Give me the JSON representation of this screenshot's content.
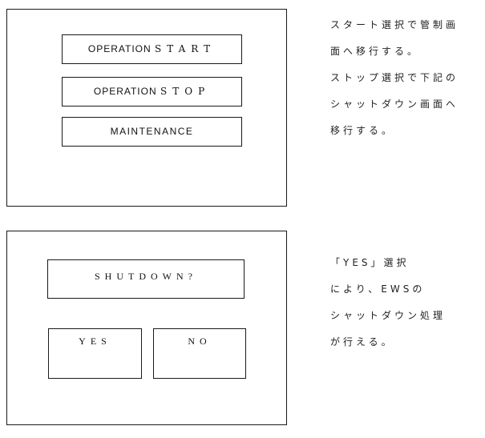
{
  "operation_panel": {
    "start_button_prefix": "OPERATION",
    "start_button_suffix": "START",
    "stop_button_prefix": "OPERATION",
    "stop_button_suffix": "STOP",
    "maintenance_button": "MAINTENANCE"
  },
  "operation_note": {
    "lines": [
      "スタート選択で管制画",
      "面へ移行する。",
      "ストップ選択で下記の",
      "シャットダウン画面へ",
      "移行する。"
    ]
  },
  "shutdown_panel": {
    "prompt": "SHUTDOWN?",
    "yes_button": "YES",
    "no_button": "NO"
  },
  "shutdown_note": {
    "lines": [
      "「YES」選択",
      "により、EWSの",
      "シャットダウン処理",
      "が行える。"
    ]
  }
}
